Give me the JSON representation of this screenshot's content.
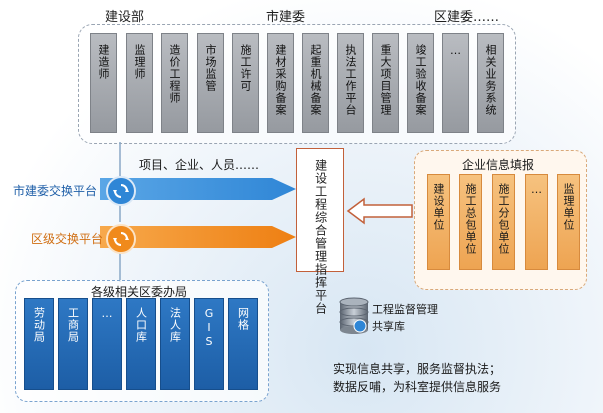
{
  "top_groups": [
    "建设部",
    "市建委",
    "区建委……"
  ],
  "ministry_systems": [
    "建造师",
    "监理师",
    "造价工程师",
    "市场监管",
    "施工许可",
    "建材采购备案",
    "起重机械备案",
    "执法工作平台",
    "重大项目管理",
    "竣工验收备案",
    "…",
    "相关业务系统"
  ],
  "exchange_platforms": {
    "city": "市建委交换平台",
    "district": "区级交换平台"
  },
  "flow_caption": "项目、企业、人员……",
  "center_platform": "建设工程综合管理指挥平台",
  "enterprise": {
    "title": "企业信息填报",
    "units": [
      "建设单位",
      "施工总包单位",
      "施工分包单位",
      "…",
      "监理单位"
    ]
  },
  "district_offices": {
    "title": "各级相关区委办局",
    "items": [
      "劳动局",
      "工商局",
      "…",
      "人口库",
      "法人库",
      "GIS",
      "网格"
    ]
  },
  "shared_db": {
    "line1": "工程监督管理",
    "line2": "共享库"
  },
  "summary": {
    "line1": "实现信息共享，服务监督执法；",
    "line2": "数据反哺，为科室提供信息服务"
  },
  "colors": {
    "city_blue": "#2f86d6",
    "district_orange": "#f08a1c",
    "gray_column": "#a5a9ae",
    "orange_column": "#f2b062",
    "blue_column": "#246cb8"
  }
}
